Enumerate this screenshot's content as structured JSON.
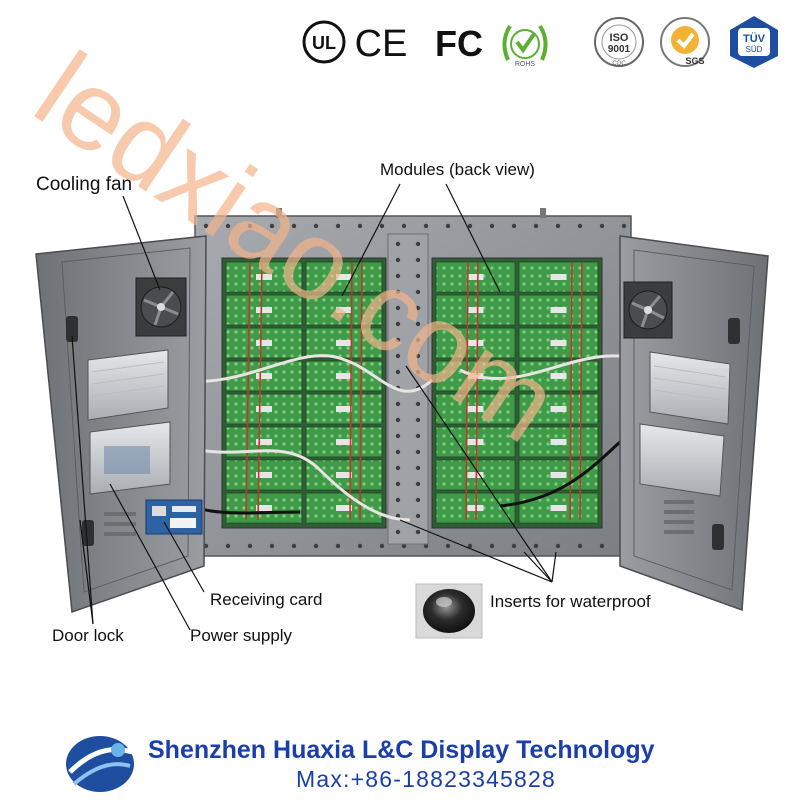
{
  "certifications": {
    "ul": {
      "text": "UL"
    },
    "ce": {
      "text": "CE"
    },
    "fc": {
      "text": "FC"
    },
    "rohs": {
      "text": "ROHS"
    },
    "iso": {
      "line1": "ISO",
      "line2": "9001",
      "ring": "CQC"
    },
    "sgs": {
      "text": "SGS"
    },
    "tuv": {
      "line1": "TÜV",
      "line2": "SÜD"
    }
  },
  "labels": {
    "cooling_fan": "Cooling fan",
    "modules": "Modules (back view)",
    "receiving_card": "Receiving card",
    "power_supply": "Power supply",
    "door_lock": "Door lock",
    "inserts": "Inserts for waterproof"
  },
  "watermark": {
    "text": "ledxiao.com"
  },
  "footer": {
    "company": "Shenzhen Huaxia L&C Display Technology",
    "contact": "Max:+86-18823345828"
  },
  "colors": {
    "brand_blue": "#1a3fa8",
    "watermark": "#f4b48a",
    "cabinet_gray": "#8c8f93",
    "module_green": "#3f9a4a"
  }
}
